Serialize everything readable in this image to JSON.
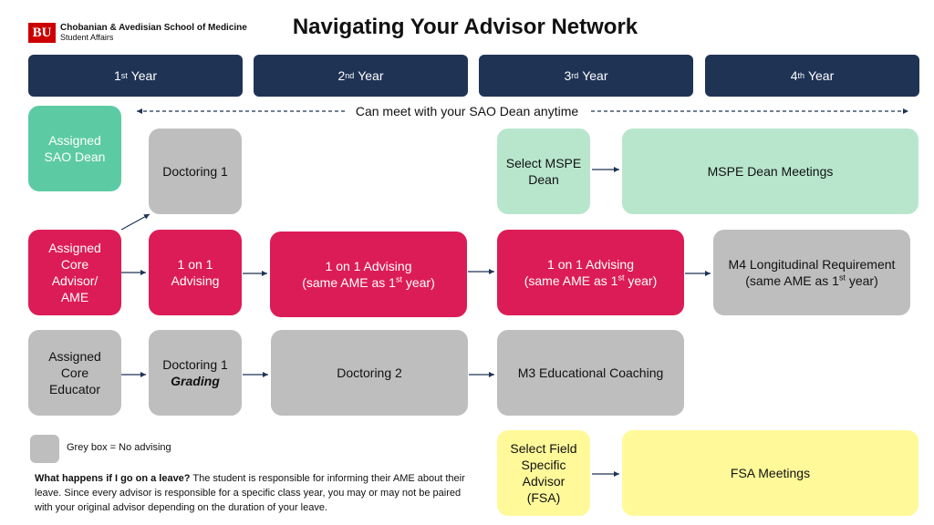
{
  "header": {
    "logo_text": "BU",
    "school_name": "Chobanian & Avedisian School of Medicine",
    "department": "Student Affairs",
    "title": "Navigating Your Advisor Network"
  },
  "years": [
    {
      "num": "1",
      "sup": "st",
      "label": "Year"
    },
    {
      "num": "2",
      "sup": "nd",
      "label": "Year"
    },
    {
      "num": "3",
      "sup": "rd",
      "label": "Year"
    },
    {
      "num": "4",
      "sup": "th",
      "label": "Year"
    }
  ],
  "sao_banner": "Can meet with your SAO Dean anytime",
  "boxes": {
    "assigned_sao_dean": [
      "Assigned",
      "SAO Dean"
    ],
    "doctoring1_top": "Doctoring 1",
    "select_mspe_dean": [
      "Select MSPE",
      "Dean"
    ],
    "mspe_dean_meetings": "MSPE Dean Meetings",
    "assigned_core_advisor": [
      "Assigned",
      "Core",
      "Advisor/",
      "AME"
    ],
    "one_on_one_y1": [
      "1 on 1",
      "Advising"
    ],
    "one_on_one_y2": {
      "line1": "1 on 1 Advising",
      "pre": "(same AME as 1",
      "sup": "st",
      "post": " year)"
    },
    "one_on_one_y3": {
      "line1": "1 on 1 Advising",
      "pre": "(same AME as 1",
      "sup": "st",
      "post": " year)"
    },
    "m4_longitudinal": {
      "line1": "M4 Longitudinal Requirement",
      "pre": "(same AME as 1",
      "sup": "st",
      "post": " year)"
    },
    "assigned_core_educator": [
      "Assigned",
      "Core",
      "Educator"
    ],
    "doctoring1_grading": {
      "line1": "Doctoring 1",
      "line2": "Grading"
    },
    "doctoring2": "Doctoring 2",
    "m3_coaching": "M3 Educational Coaching",
    "select_fsa": [
      "Select Field",
      "Specific",
      "Advisor",
      "(FSA)"
    ],
    "fsa_meetings": "FSA Meetings"
  },
  "legend": {
    "grey_box": "Grey box = No advising"
  },
  "leave_note": {
    "question": "What happens if I go on a leave?",
    "text": " The student is responsible for informing their AME about their leave. Since every advisor is responsible for a specific class year, you may or may not be paired with your original advisor depending on the duration of your leave."
  },
  "colors": {
    "year_header": "#1f3355",
    "sao": "#5ccba3",
    "mspe": "#b8e6cd",
    "advising": "#dc1c57",
    "no_advising": "#bebebe",
    "fsa": "#fff99a"
  }
}
